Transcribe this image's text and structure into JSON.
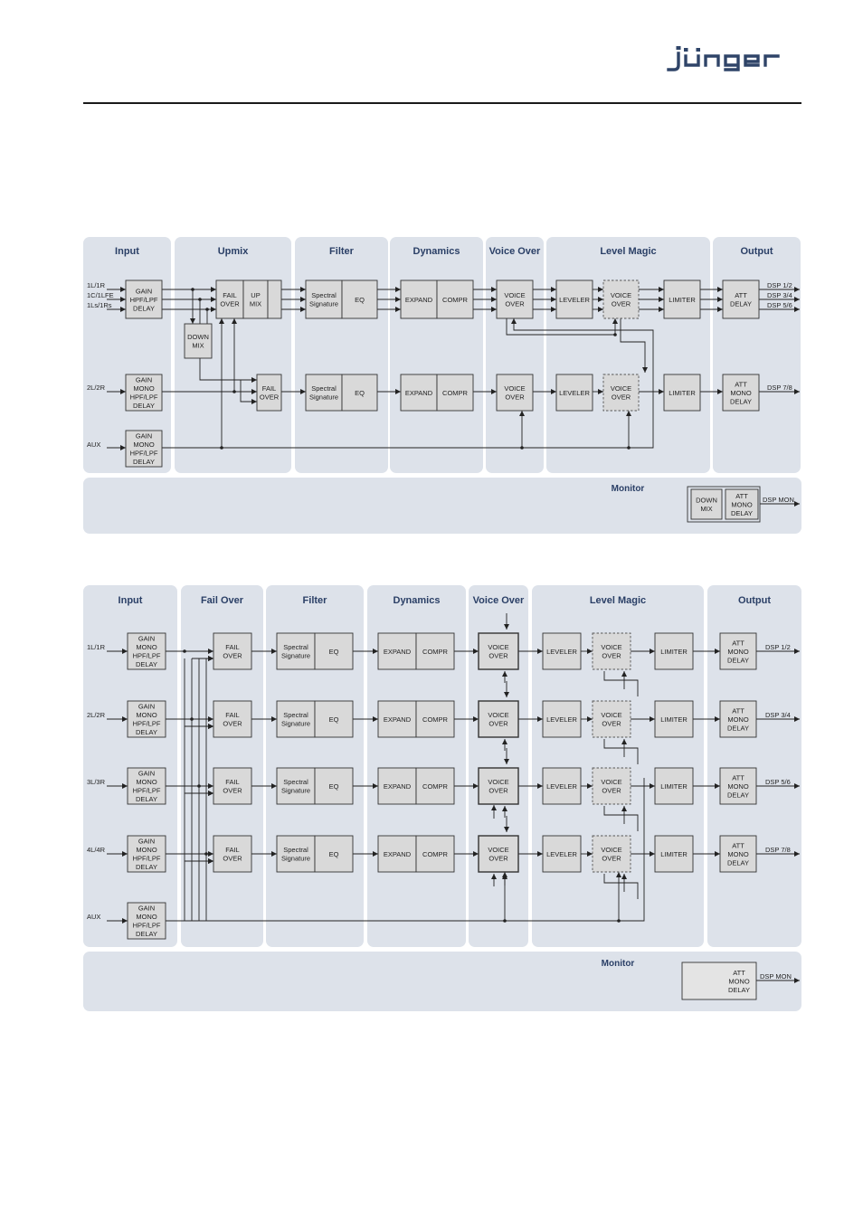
{
  "brand": {
    "logo_text": "jünger"
  },
  "diagram1": {
    "sections": [
      "Input",
      "Upmix",
      "Filter",
      "Dynamics",
      "Voice Over",
      "Level Magic",
      "Output"
    ],
    "monitor_title": "Monitor",
    "inputs": [
      "1L/1R",
      "1C/1LFE",
      "1Ls/1Rs",
      "2L/2R",
      "AUX"
    ],
    "outputs": [
      "DSP 1/2",
      "DSP 3/4",
      "DSP 5/6",
      "DSP 7/8"
    ],
    "monitor_output": "DSP MON",
    "blocks": {
      "in_main": [
        "GAIN",
        "HPF/LPF",
        "DELAY"
      ],
      "in_2": [
        "GAIN",
        "MONO",
        "HPF/LPF",
        "DELAY"
      ],
      "in_aux": [
        "GAIN",
        "MONO",
        "HPF/LPF",
        "DELAY"
      ],
      "downmix": [
        "DOWN",
        "MIX"
      ],
      "failover": [
        "FAIL",
        "OVER"
      ],
      "upmix": [
        "UP",
        "MIX"
      ],
      "spectral": [
        "Spectral",
        "Signature"
      ],
      "eq": "EQ",
      "expand": "EXPAND",
      "compr": "COMPR",
      "voiceover": [
        "VOICE",
        "OVER"
      ],
      "leveler": "LEVELER",
      "limiter": "LIMITER",
      "out_main": [
        "ATT",
        "DELAY"
      ],
      "out_2": [
        "ATT",
        "MONO",
        "DELAY"
      ],
      "mon_downmix": [
        "DOWN",
        "MIX"
      ],
      "mon_att": [
        "ATT",
        "MONO",
        "DELAY"
      ]
    }
  },
  "diagram2": {
    "sections": [
      "Input",
      "Fail Over",
      "Filter",
      "Dynamics",
      "Voice Over",
      "Level Magic",
      "Output"
    ],
    "monitor_title": "Monitor",
    "inputs": [
      "1L/1R",
      "2L/2R",
      "3L/3R",
      "4L/4R",
      "AUX"
    ],
    "outputs": [
      "DSP 1/2",
      "DSP 3/4",
      "DSP 5/6",
      "DSP 7/8"
    ],
    "monitor_output": "DSP MON",
    "blocks": {
      "in": [
        "GAIN",
        "MONO",
        "HPF/LPF",
        "DELAY"
      ],
      "failover": [
        "FAIL",
        "OVER"
      ],
      "spectral": [
        "Spectral",
        "Signature"
      ],
      "eq": "EQ",
      "expand": "EXPAND",
      "compr": "COMPR",
      "voiceover": [
        "VOICE",
        "OVER"
      ],
      "leveler": "LEVELER",
      "limiter": "LIMITER",
      "out": [
        "ATT",
        "MONO",
        "DELAY"
      ],
      "mon_att": [
        "ATT",
        "MONO",
        "DELAY"
      ]
    }
  },
  "colors": {
    "panel": "#dde2ea",
    "block": "#d9d9d9",
    "line": "#222222",
    "title": "#2a3f66",
    "rule": "#1a1a1a"
  }
}
